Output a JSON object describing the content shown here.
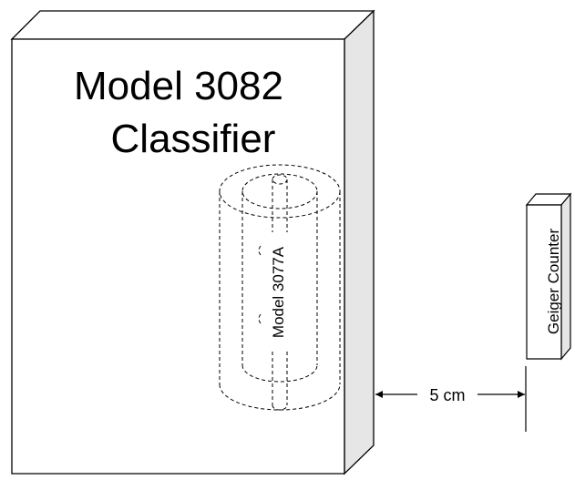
{
  "classifier": {
    "line1": "Model 3082",
    "line2": "Classifier",
    "side_fill": "#e6e6e6",
    "outline": "#000000"
  },
  "cylinder": {
    "label": "Model 3077A",
    "style": "dashed"
  },
  "detector": {
    "label": "Geiger Counter",
    "side_fill": "#e6e6e6"
  },
  "dimension": {
    "label": "5 cm"
  }
}
